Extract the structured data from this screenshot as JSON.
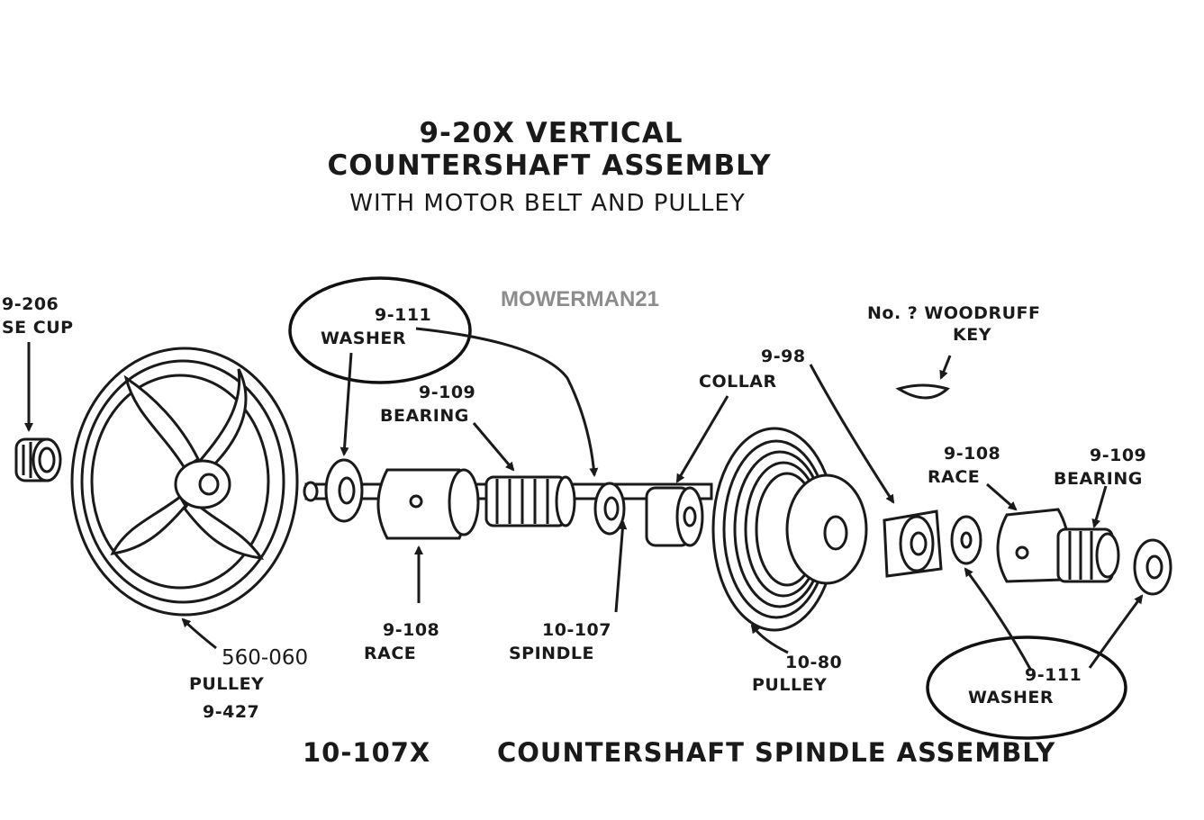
{
  "header": {
    "title_line1": "9-20X VERTICAL",
    "title_line2": "COUNTERSHAFT ASSEMBLY",
    "subtitle": "WITH MOTOR BELT AND PULLEY"
  },
  "watermark": "MOWERMAN21",
  "labels": {
    "grease_cup_number": "9-206",
    "grease_cup_name": "SE CUP",
    "washer_left_number": "9-111",
    "washer_left_name": "WASHER",
    "bearing_left_number": "9-109",
    "bearing_left_name": "BEARING",
    "collar_number": "9-98",
    "collar_name": "COLLAR",
    "woodruff_key_line1": "No. ? WOODRUFF",
    "woodruff_key_line2": "KEY",
    "race_right_number": "9-108",
    "race_right_name": "RACE",
    "bearing_right_number": "9-109",
    "bearing_right_name": "BEARING",
    "race_left_number": "9-108",
    "race_left_name": "RACE",
    "spindle_number": "10-107",
    "spindle_name": "SPINDLE",
    "pulley_large_number": "560-060",
    "pulley_large_name": "PULLEY",
    "pulley_large_alt": "9-427",
    "pulley_stepped_number": "10-80",
    "pulley_stepped_name": "PULLEY",
    "washer_right_number": "9-111",
    "washer_right_name": "WASHER"
  },
  "footer": {
    "assembly_number": "10-107X",
    "assembly_name": "COUNTERSHAFT SPINDLE ASSEMBLY"
  }
}
